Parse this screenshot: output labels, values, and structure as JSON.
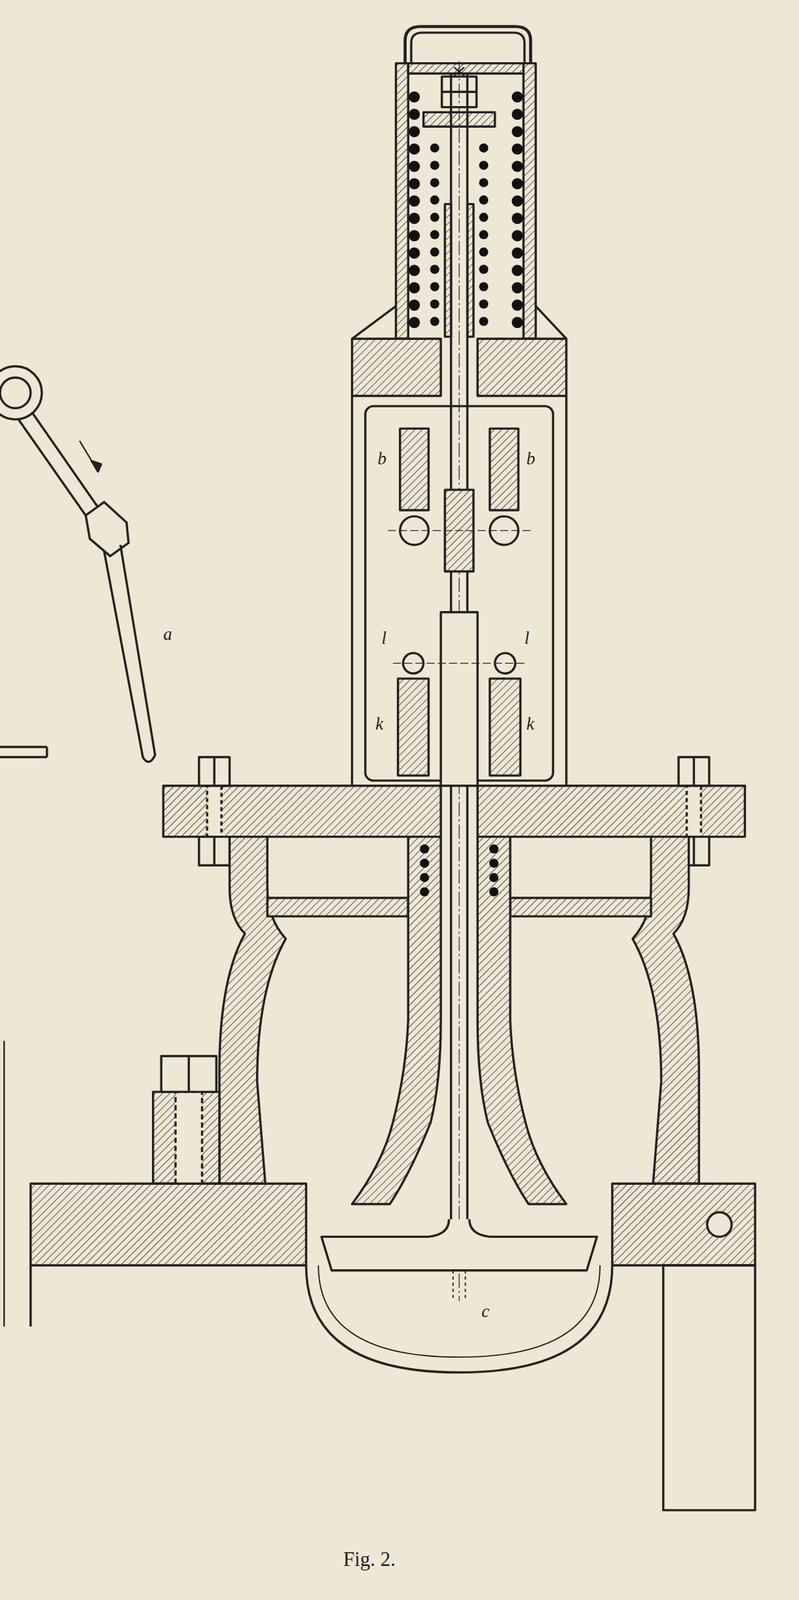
{
  "diagram": {
    "caption": "Fig. 2.",
    "labels": [
      "a",
      "b",
      "b",
      "l",
      "l",
      "k",
      "k",
      "c"
    ]
  }
}
